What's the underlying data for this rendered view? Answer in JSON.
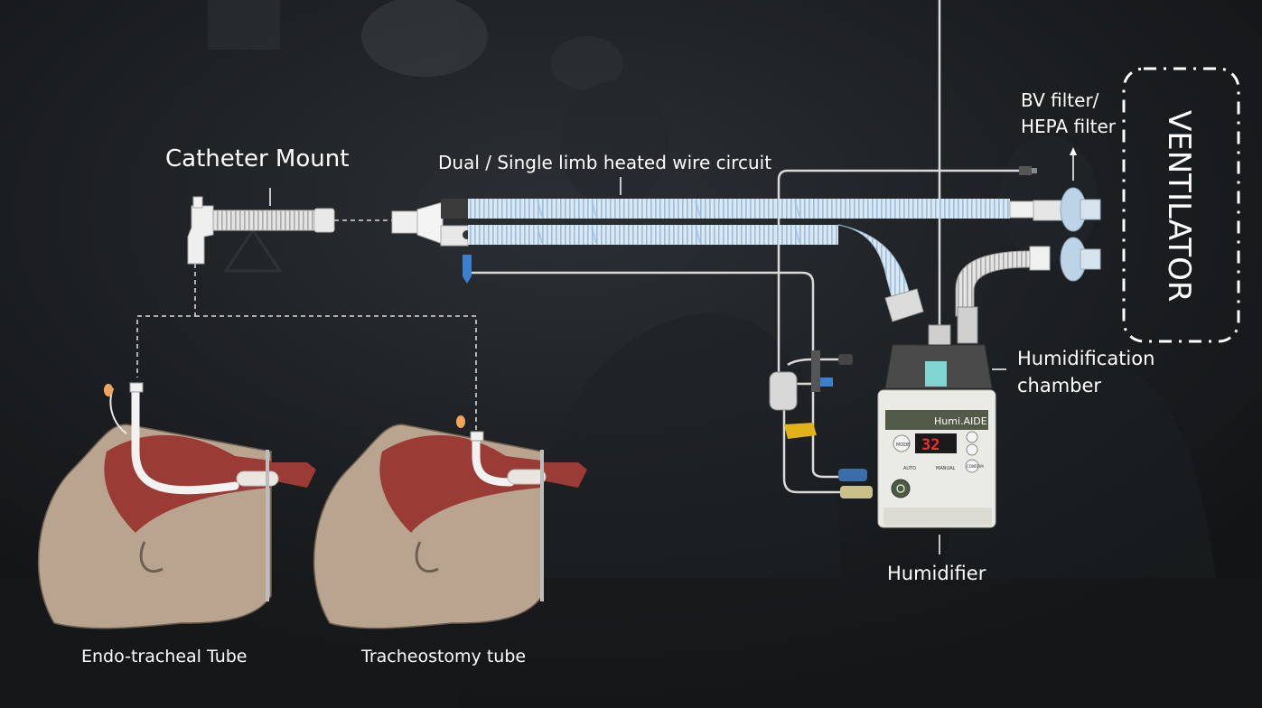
{
  "labels": {
    "catheter_mount": "Catheter Mount",
    "circuit": "Dual / Single limb heated wire circuit",
    "filter_line1": "BV filter/",
    "filter_line2": "HEPA filter",
    "ventilator": "VENTILATOR",
    "chamber_line1": "Humidification",
    "chamber_line2": "chamber",
    "humidifier": "Humidifier",
    "endotracheal": "Endo-tracheal Tube",
    "tracheostomy": "Tracheostomy tube"
  },
  "device": {
    "brand": "Humi.AIDE",
    "display_value": "32",
    "mode_label": "MODE",
    "auto_label": "AUTO",
    "manual_label": "MANUAL",
    "confirm_label": "CONFIRM"
  },
  "colors": {
    "background": "#141618",
    "label_text": "#ffffff",
    "tube": "#cfe3f2",
    "head_skin": "#b9a58f",
    "airway": "#9a3b35",
    "display_red": "#ff2a2a"
  }
}
